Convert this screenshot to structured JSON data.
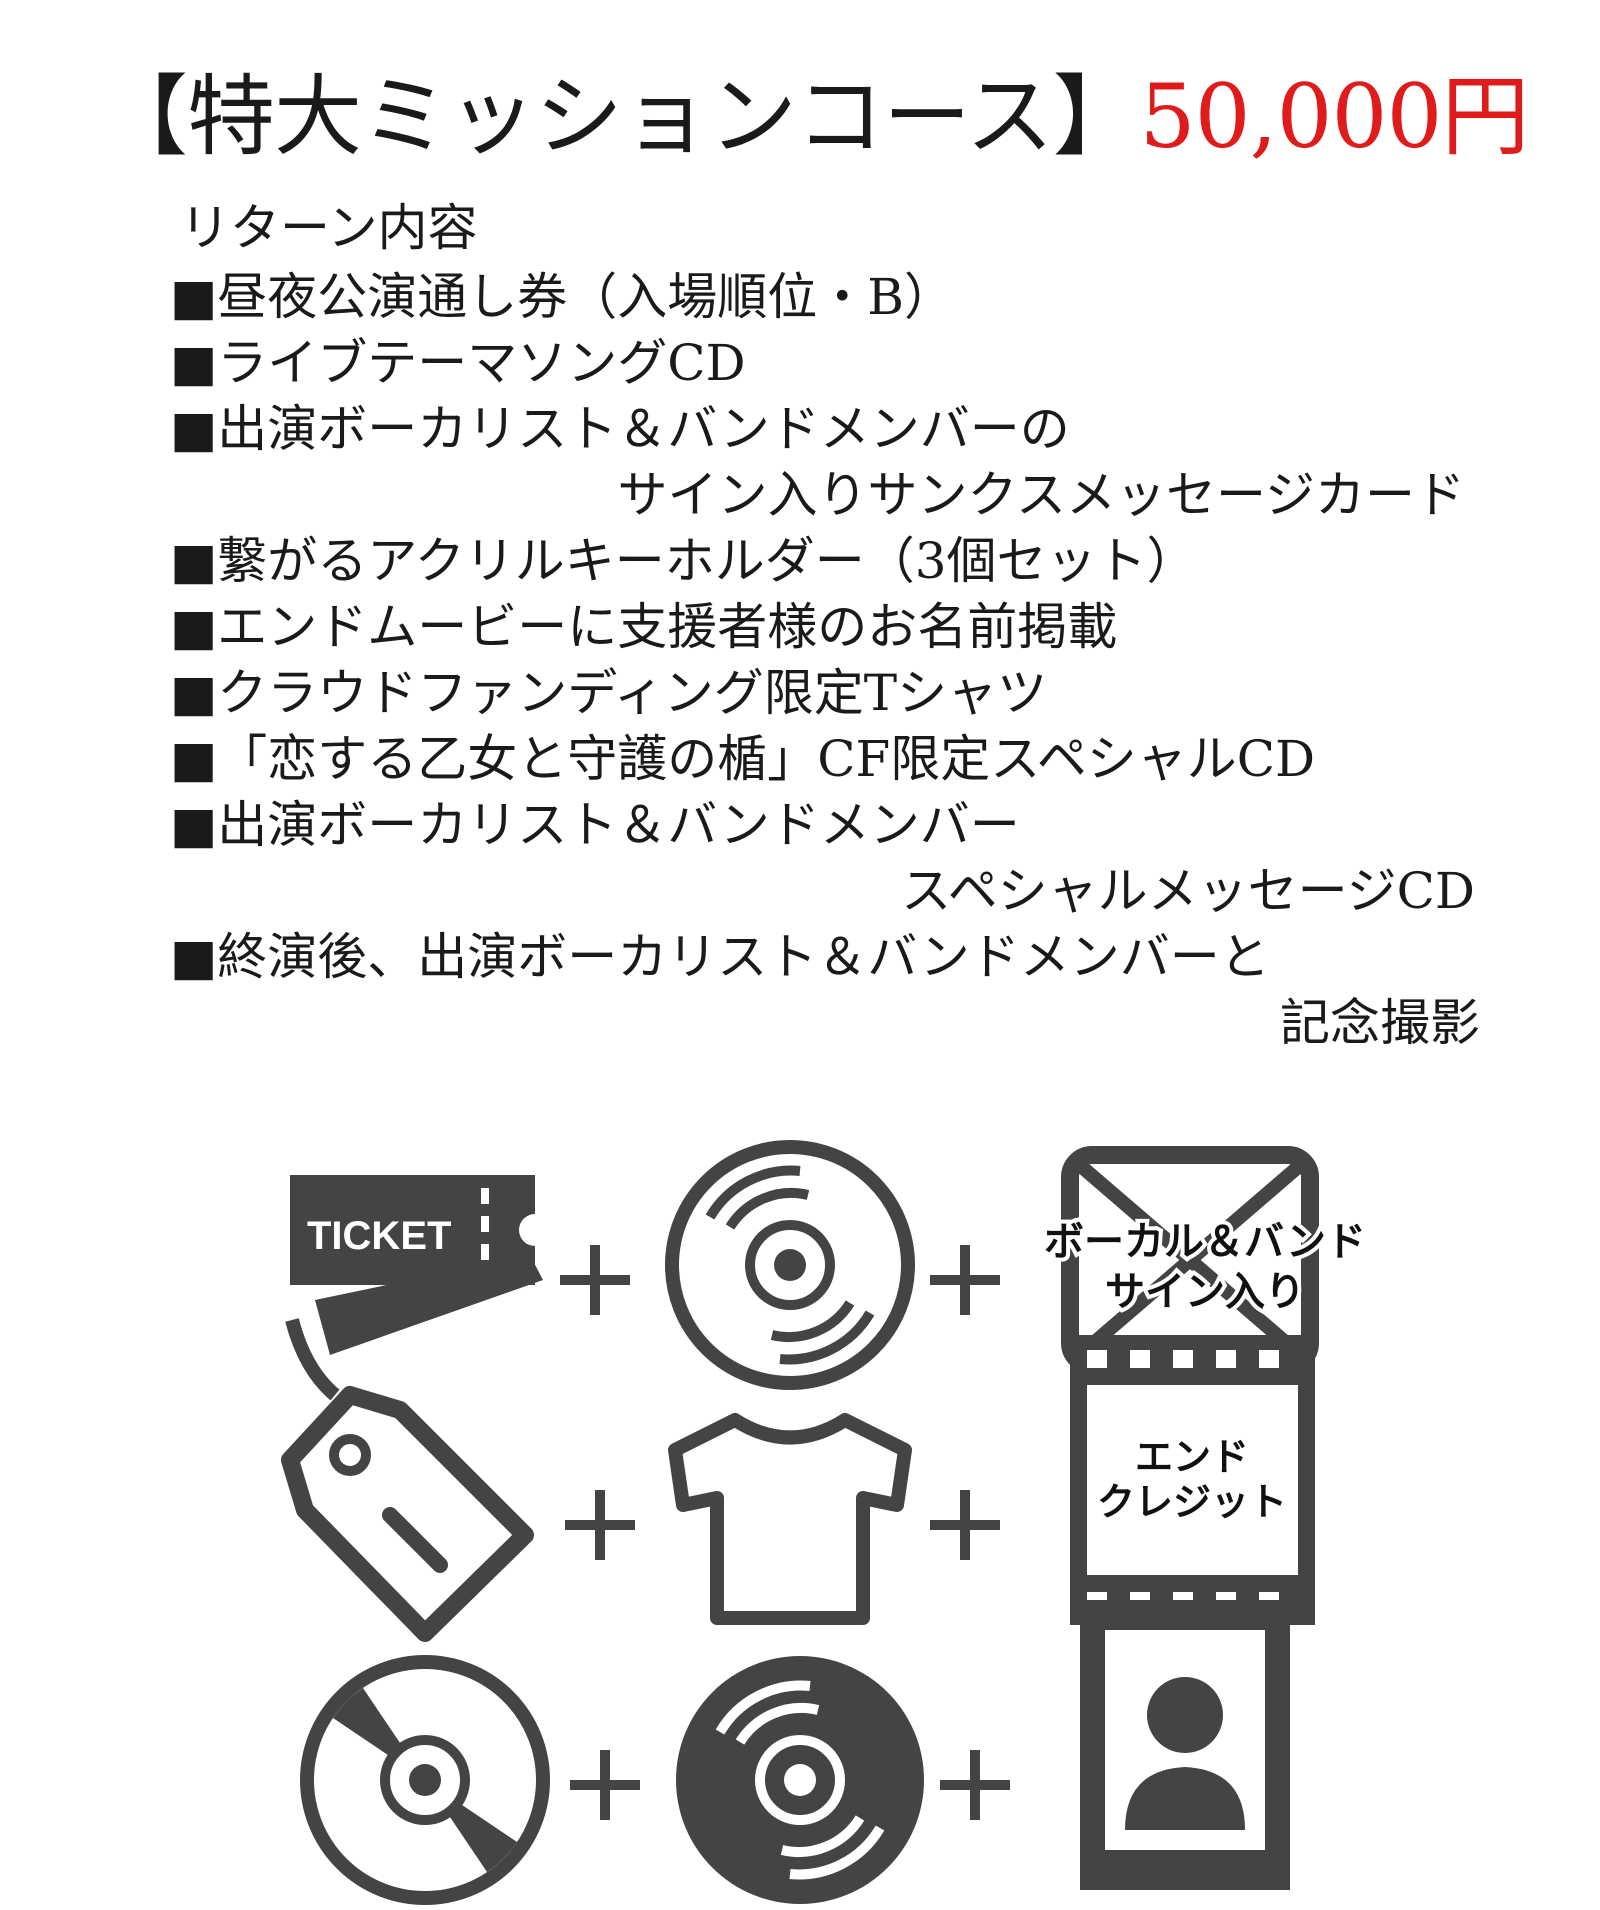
{
  "header": {
    "course_name": "【特大ミッションコース】",
    "price": "50,000円",
    "price_color": "#e01b1b"
  },
  "returns": {
    "heading": "リターン内容",
    "items": [
      {
        "line1": "■昼夜公演通し券（入場順位・B）",
        "line2": ""
      },
      {
        "line1": "■ライブテーマソングCD",
        "line2": ""
      },
      {
        "line1": "■出演ボーカリスト＆バンドメンバーの",
        "line2": "サイン入りサンクスメッセージカード"
      },
      {
        "line1": "■繋がるアクリルキーホルダー（3個セット）",
        "line2": ""
      },
      {
        "line1": "■エンドムービーに支援者様のお名前掲載",
        "line2": ""
      },
      {
        "line1": "■クラウドファンディング限定Tシャツ",
        "line2": ""
      },
      {
        "line1": "■「恋する乙女と守護の楯」CF限定スペシャルCD",
        "line2": ""
      },
      {
        "line1": "■出演ボーカリスト＆バンドメンバー",
        "line2": "スペシャルメッセージCD"
      },
      {
        "line1": "■終演後、出演ボーカリスト＆バンドメンバーと",
        "line2": "記念撮影"
      }
    ]
  },
  "icons": {
    "color": "#444444",
    "row1": [
      "ticket-icon",
      "cd-icon",
      "signed-card-icon"
    ],
    "row2": [
      "keyholder-tag-icon",
      "tshirt-icon",
      "end-credit-film-icon"
    ],
    "row3": [
      "special-cd-icon",
      "message-cd-icon",
      "photo-portrait-icon"
    ],
    "ticket_label": "TICKET",
    "card_label_line1": "ボーカル＆バンド",
    "card_label_line2": "サイン入り",
    "film_label_line1": "エンド",
    "film_label_line2": "クレジット",
    "plus": "+"
  }
}
